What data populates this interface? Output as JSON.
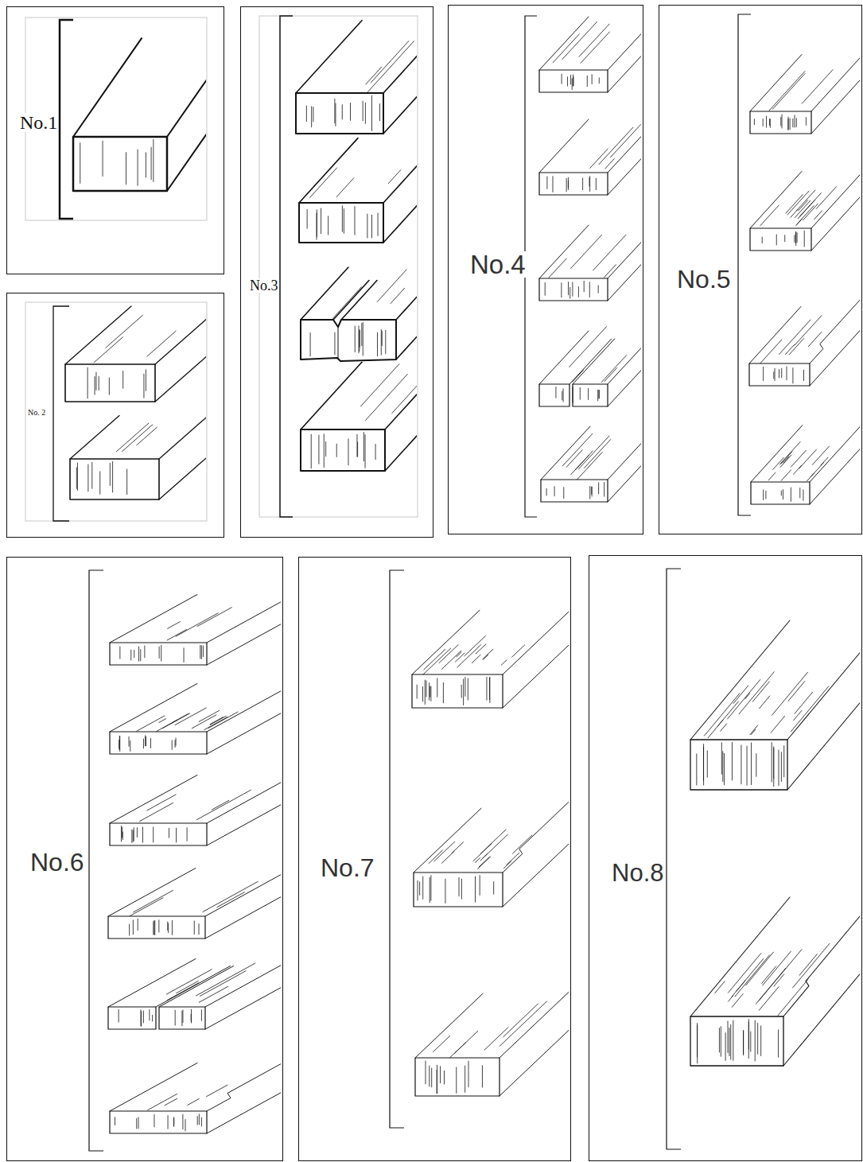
{
  "diagram": {
    "nodes": [
      {
        "text": [
          "No.1"
        ]
      },
      {
        "text": [
          "No. 2"
        ]
      },
      {
        "text": [
          "No.3"
        ]
      },
      {
        "text": [
          "No.4"
        ]
      },
      {
        "text": [
          "No.5"
        ]
      },
      {
        "text": [
          "No.6"
        ]
      },
      {
        "text": [
          "No.7"
        ]
      },
      {
        "text": [
          "No.8"
        ]
      }
    ]
  }
}
